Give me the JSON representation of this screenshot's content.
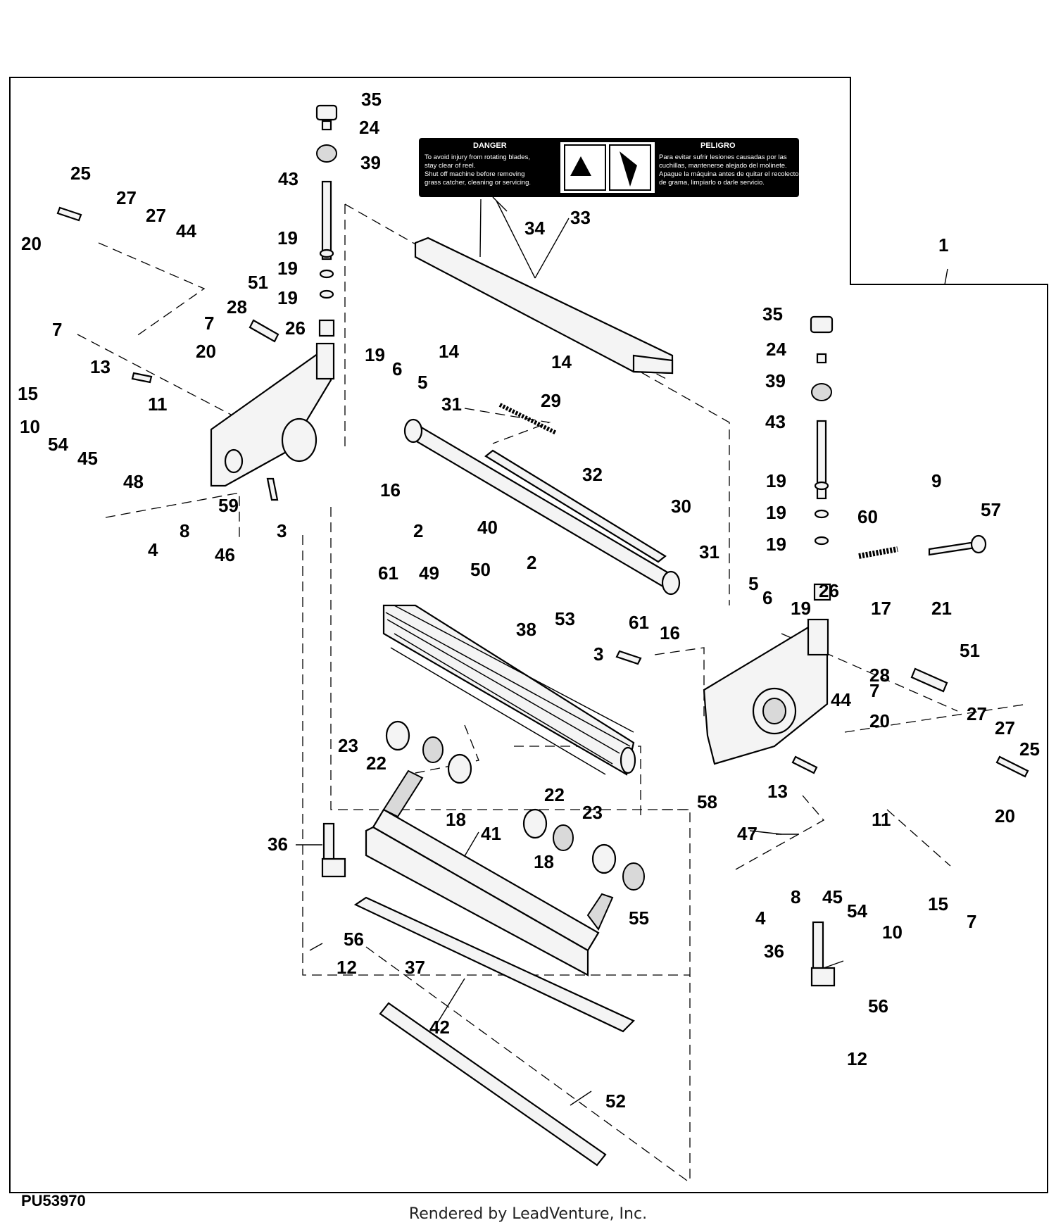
{
  "figure_id": "PU53970",
  "credit": "Rendered by LeadVenture, Inc.",
  "decal": {
    "left_header": "DANGER",
    "left_lines": [
      "To avoid injury from rotating blades,",
      "stay clear of reel.",
      "Shut off machine before removing",
      "grass catcher, cleaning or servicing."
    ],
    "right_header": "PELIGRO",
    "right_lines": [
      "Para evitar sufrir lesiones causadas por las",
      "cuchillas, mantenerse alejado del molinete.",
      "Apague la máquina antes de quitar el recolector",
      "de grama, limpiarlo o darle servicio."
    ]
  },
  "callouts": [
    "35",
    "24",
    "39",
    "43",
    "19",
    "19",
    "19",
    "26",
    "25",
    "27",
    "27",
    "44",
    "20",
    "51",
    "28",
    "7",
    "7",
    "20",
    "13",
    "15",
    "10",
    "54",
    "45",
    "11",
    "48",
    "59",
    "46",
    "4",
    "8",
    "3",
    "16",
    "2",
    "61",
    "19",
    "6",
    "5",
    "31",
    "29",
    "33",
    "34",
    "14",
    "14",
    "32",
    "30",
    "40",
    "2",
    "49",
    "50",
    "53",
    "31",
    "5",
    "6",
    "19",
    "26",
    "38",
    "61",
    "3",
    "16",
    "17",
    "21",
    "51",
    "28",
    "7",
    "20",
    "44",
    "27",
    "27",
    "25",
    "20",
    "13",
    "58",
    "11",
    "47",
    "45",
    "54",
    "10",
    "15",
    "7",
    "4",
    "8",
    "36",
    "56",
    "12",
    "35",
    "24",
    "39",
    "43",
    "19",
    "19",
    "19",
    "9",
    "57",
    "60",
    "1",
    "23",
    "22",
    "18",
    "22",
    "23",
    "18",
    "55",
    "41",
    "36",
    "56",
    "12",
    "37",
    "42",
    "52"
  ]
}
